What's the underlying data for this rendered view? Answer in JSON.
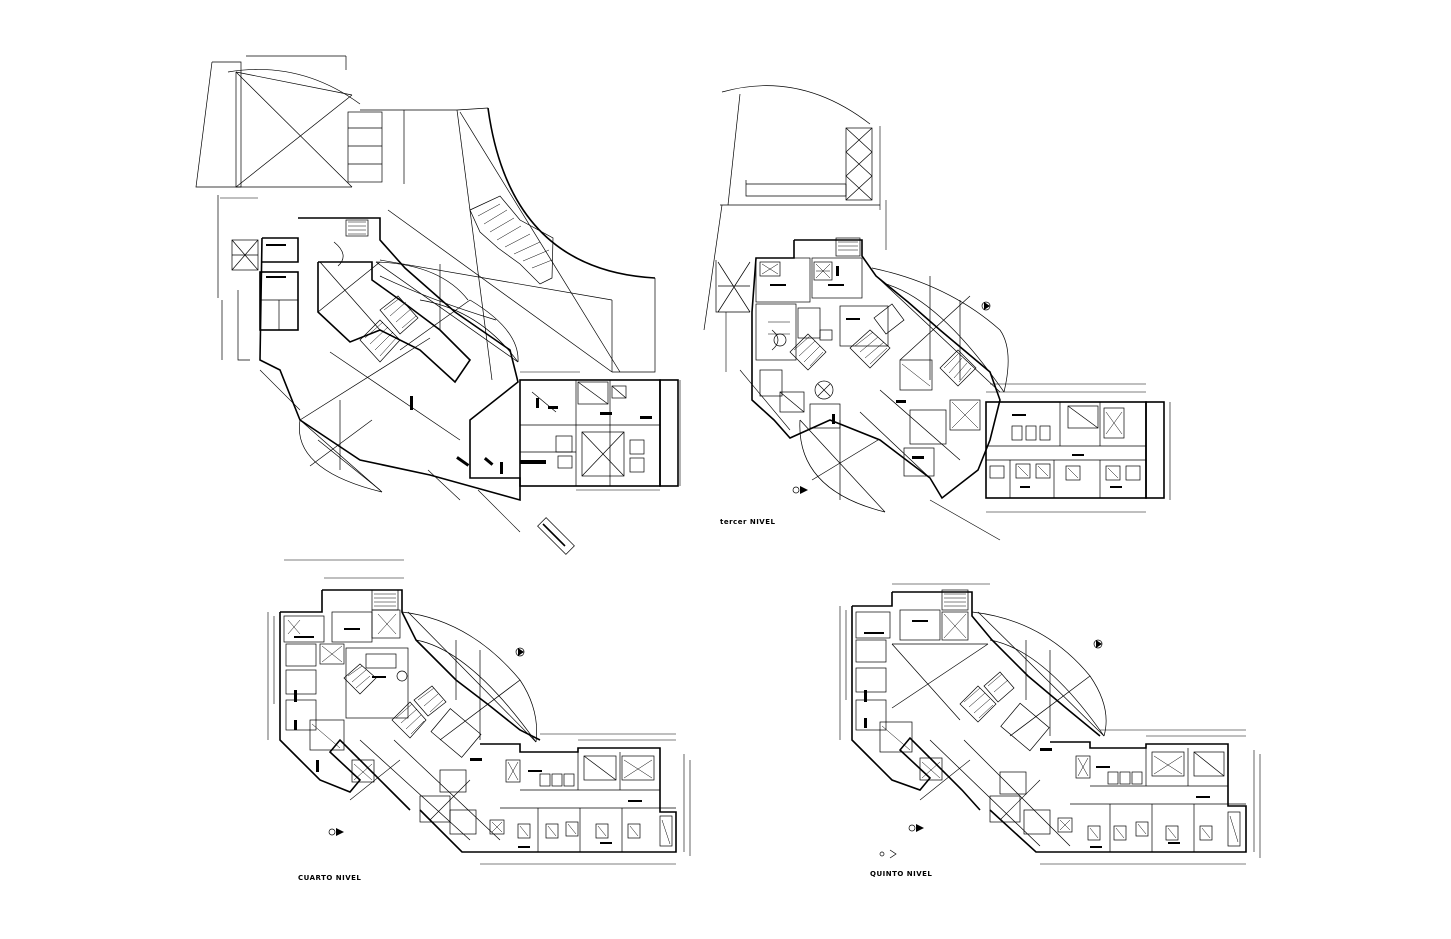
{
  "drawing": {
    "plans": [
      {
        "id": "ground",
        "label": ""
      },
      {
        "id": "third",
        "label": "tercer NIVEL"
      },
      {
        "id": "fourth",
        "label": "CUARTO NIVEL"
      },
      {
        "id": "fifth",
        "label": "QUINTO NIVEL"
      }
    ],
    "colors": {
      "background": "#ffffff",
      "linework": "#000000"
    }
  }
}
